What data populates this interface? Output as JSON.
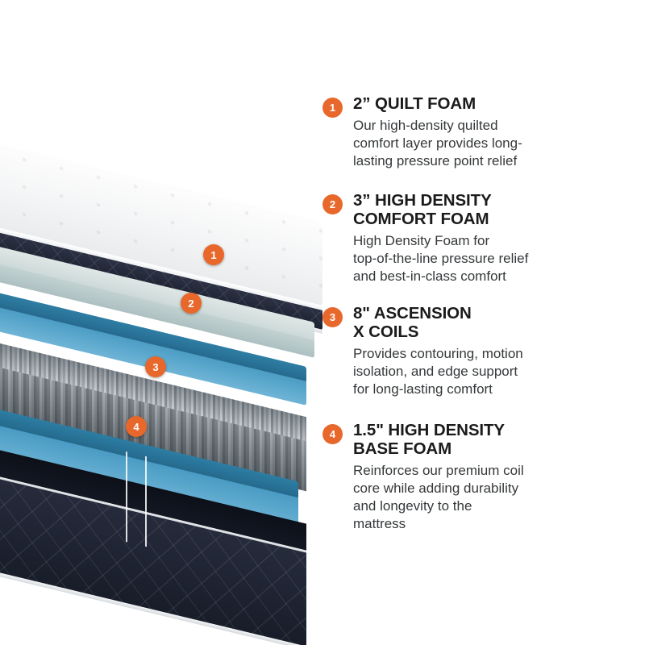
{
  "accent_color": "#e8682c",
  "background_color": "#ffffff",
  "diagram": {
    "name": "mattress-layer-cutaway",
    "layers": [
      {
        "id": "quilt-cover",
        "label": "quilted pillow top cover",
        "color": "#f3f4f5",
        "side_band_color": "#232838"
      },
      {
        "id": "quilt-foam",
        "label": "quilt foam slab",
        "color": "#c2d2d1",
        "badge": "1"
      },
      {
        "id": "comfort-foam",
        "label": "high density comfort foam",
        "color": "#5ba8cd",
        "badge": "2"
      },
      {
        "id": "coil-unit",
        "label": "ascension x coil unit",
        "color": "#8d9398",
        "badge": "3"
      },
      {
        "id": "base-foam",
        "label": "high density base foam",
        "color": "#5aa7cc",
        "badge": "4"
      },
      {
        "id": "foundation",
        "label": "quilted base box",
        "color": "#1f2433"
      }
    ],
    "badges": [
      "1",
      "2",
      "3",
      "4"
    ]
  },
  "features": [
    {
      "number": "1",
      "title": "2” QUILT FOAM",
      "description": "Our high-density quilted\ncomfort layer provides long-\nlasting pressure point relief"
    },
    {
      "number": "2",
      "title": "3” HIGH DENSITY\nCOMFORT FOAM",
      "description": "High Density Foam for\ntop-of-the-line pressure relief\nand best-in-class comfort"
    },
    {
      "number": "3",
      "title": "8\" ASCENSION\nX COILS",
      "description": "Provides contouring, motion\nisolation, and edge support\nfor long-lasting comfort"
    },
    {
      "number": "4",
      "title": "1.5\" HIGH DENSITY\nBASE FOAM",
      "description": "Reinforces our premium coil\ncore while adding durability\nand longevity to the\nmattress"
    }
  ]
}
